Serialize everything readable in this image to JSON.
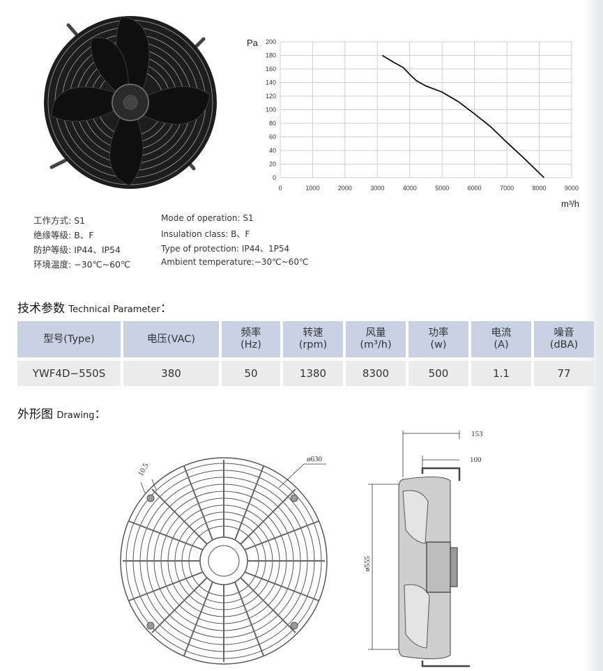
{
  "specs_cn": [
    {
      "label": "工作方式:",
      "value": "S1"
    },
    {
      "label": "绝缘等级:",
      "value": "B、F"
    },
    {
      "label": "防护等级:",
      "value": "IP44、IP54"
    },
    {
      "label": "环境温度:",
      "value": "−30℃~60℃"
    }
  ],
  "specs_en": [
    "Mode of operation: S1",
    "Insulation class: B、F",
    "Type of protection: IP44、1P54",
    "Ambient temperature:−30℃~60℃"
  ],
  "tech_heading": {
    "cn": "技术参数",
    "en": "Technical Parameter",
    "colon": "："
  },
  "table": {
    "headers": [
      {
        "l1": "型号(Type)",
        "l2": ""
      },
      {
        "l1": "电压(VAC)",
        "l2": ""
      },
      {
        "l1": "频率",
        "l2": "(Hz)"
      },
      {
        "l1": "转速",
        "l2": "(rpm)"
      },
      {
        "l1": "风量",
        "l2": "(m³/h)"
      },
      {
        "l1": "功率",
        "l2": "(w)"
      },
      {
        "l1": "电流",
        "l2": "(A)"
      },
      {
        "l1": "噪音",
        "l2": "(dBA)"
      }
    ],
    "row": [
      "YWF4D−550S",
      "380",
      "50",
      "1380",
      "8300",
      "500",
      "1.1",
      "77"
    ]
  },
  "drawing_heading": {
    "cn": "外形图",
    "en": "Drawing",
    "colon": "："
  },
  "drawing_dims": {
    "blade_tip": "10.5",
    "diameter": "ø630",
    "depth_total": "153",
    "depth_partial": "100",
    "inner_diameter": "ø555"
  },
  "chart_data": {
    "type": "line",
    "xlabel": "m³/h",
    "ylabel": "Pa",
    "xlim": [
      0,
      9000
    ],
    "ylim": [
      0,
      200
    ],
    "xticks": [
      0,
      1000,
      2000,
      3000,
      4000,
      5000,
      6000,
      7000,
      8000,
      9000
    ],
    "yticks": [
      0,
      20,
      40,
      60,
      80,
      100,
      120,
      140,
      160,
      180,
      200
    ],
    "grid": true,
    "series": [
      {
        "x": [
          3150,
          3500,
          3800,
          4000,
          4200,
          4500,
          5000,
          5500,
          6000,
          6500,
          7000,
          7500,
          8150
        ],
        "y": [
          180,
          170,
          162,
          152,
          143,
          135,
          126,
          112,
          94,
          75,
          52,
          30,
          0
        ]
      }
    ]
  }
}
